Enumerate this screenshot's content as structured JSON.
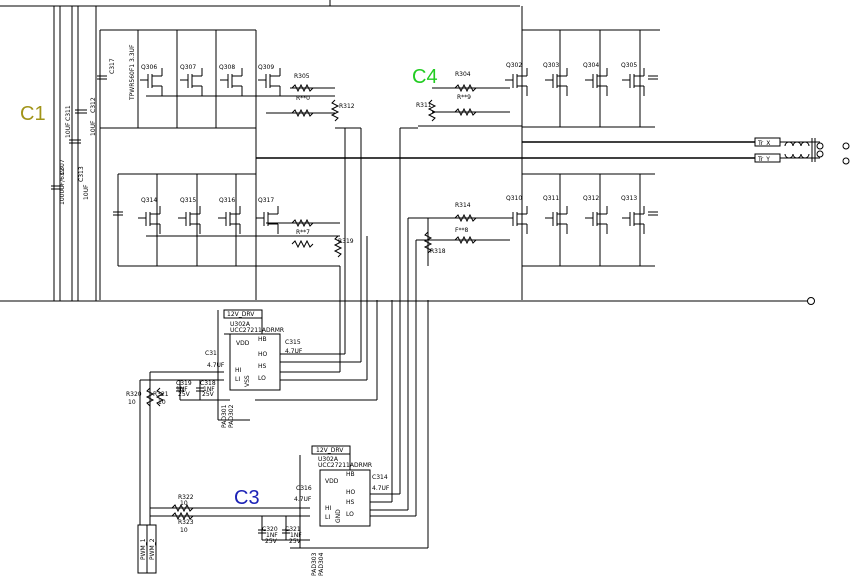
{
  "labels": {
    "c1": "C1",
    "c1_color": "#a19418",
    "c3": "C3",
    "c3_color": "#1c22b6",
    "c4": "C4",
    "c4_color": "#22cc22"
  },
  "transistors": {
    "q306": "Q306",
    "q307": "Q307",
    "q308": "Q308",
    "q309": "Q309",
    "q314": "Q314",
    "q315": "Q315",
    "q316": "Q316",
    "q317": "Q317",
    "q302": "Q302",
    "q303": "Q303",
    "q304": "Q304",
    "q305": "Q305",
    "q310": "Q310",
    "q311": "Q311",
    "q312": "Q312",
    "q313": "Q313"
  },
  "resistors": {
    "r305": "R305",
    "r310": "R**0",
    "r312": "R312",
    "r307": "R**7",
    "r319": "R319",
    "r304": "R304",
    "r309": "R**9",
    "r311": "R311",
    "r314": "R314",
    "r318": "F**8",
    "r318b": "R318",
    "r320": "R320",
    "r321": "R321",
    "r322": "R322",
    "r323": "R323",
    "r320v": "10",
    "r321v": "10",
    "r322v": "10",
    "r323v": "10"
  },
  "caps": {
    "c311": "C311",
    "c312": "C312",
    "c313": "C313",
    "c307": "C307",
    "c311v": "10UF",
    "c312v": "10UF",
    "c313v": "10UF",
    "c307v": "1000UF/63V",
    "c317": "C317",
    "tpw": "TPWR560F1 3.3UF"
  },
  "driver1": {
    "supply": "12V_DRV",
    "ref": "U302A",
    "part": "UCC27211ADRMR",
    "vdd": "VDD",
    "hb": "HB",
    "ho": "HO",
    "hs": "HS",
    "lo": "LO",
    "hi": "HI",
    "li": "LI",
    "vss": "VSS",
    "c315": "C315",
    "c315v": "4.7UF",
    "c31x": "C31",
    "cap_c": "4.7UF",
    "c319": "C319",
    "c318": "C318",
    "cv1": "1NF",
    "cv2": "1NF",
    "vr1": "25V",
    "vr2": "25V",
    "pad1": "PAD301",
    "pad2": "PAD302"
  },
  "driver2": {
    "supply": "12V_DRV",
    "ref": "U302A",
    "part": "UCC27211ADRMR",
    "vdd": "VDD",
    "hb": "HB",
    "ho": "HO",
    "hs": "HS",
    "lo": "LO",
    "hi": "HI",
    "li": "LI",
    "gnd": "GND",
    "c314": "C314",
    "c314v": "4.7UF",
    "c316": "C316",
    "cap_c": "4.7UF",
    "c320": "C320",
    "c321": "C321",
    "cv1": "1NF",
    "cv2": "1NF",
    "vr1": "25V",
    "vr2": "25V",
    "pad1": "PAD303",
    "pad2": "PAD304"
  },
  "io": {
    "trx": "Tr_X",
    "try": "Tr_Y",
    "pwm1": "PWM_1",
    "pwm2": "PWM_2"
  }
}
